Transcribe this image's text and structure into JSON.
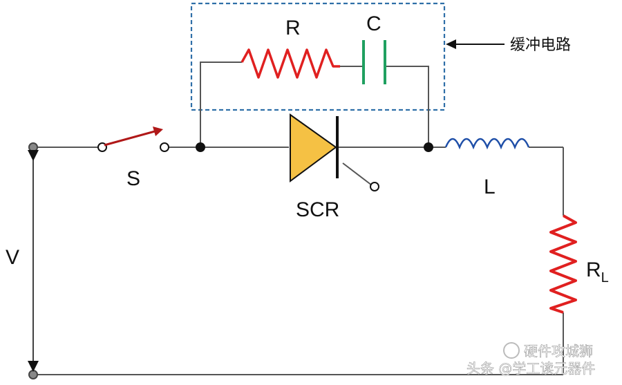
{
  "labels": {
    "resistor": "R",
    "capacitor": "C",
    "snubber": "缓冲电路",
    "switch": "S",
    "scr": "SCR",
    "inductor": "L",
    "voltage": "V",
    "load_main": "R",
    "load_sub": "L"
  },
  "watermark": {
    "line1": "硬件攻城狮",
    "line2": "头条 @学工读元器件"
  },
  "colors": {
    "wire": "#555555",
    "resistor": "#e02020",
    "capacitor": "#1fa060",
    "inductor": "#1f4fa8",
    "scr_fill": "#f5c144",
    "switch_arm": "#b01818",
    "dashed_box": "#2f6fa8",
    "node": "#111111"
  }
}
